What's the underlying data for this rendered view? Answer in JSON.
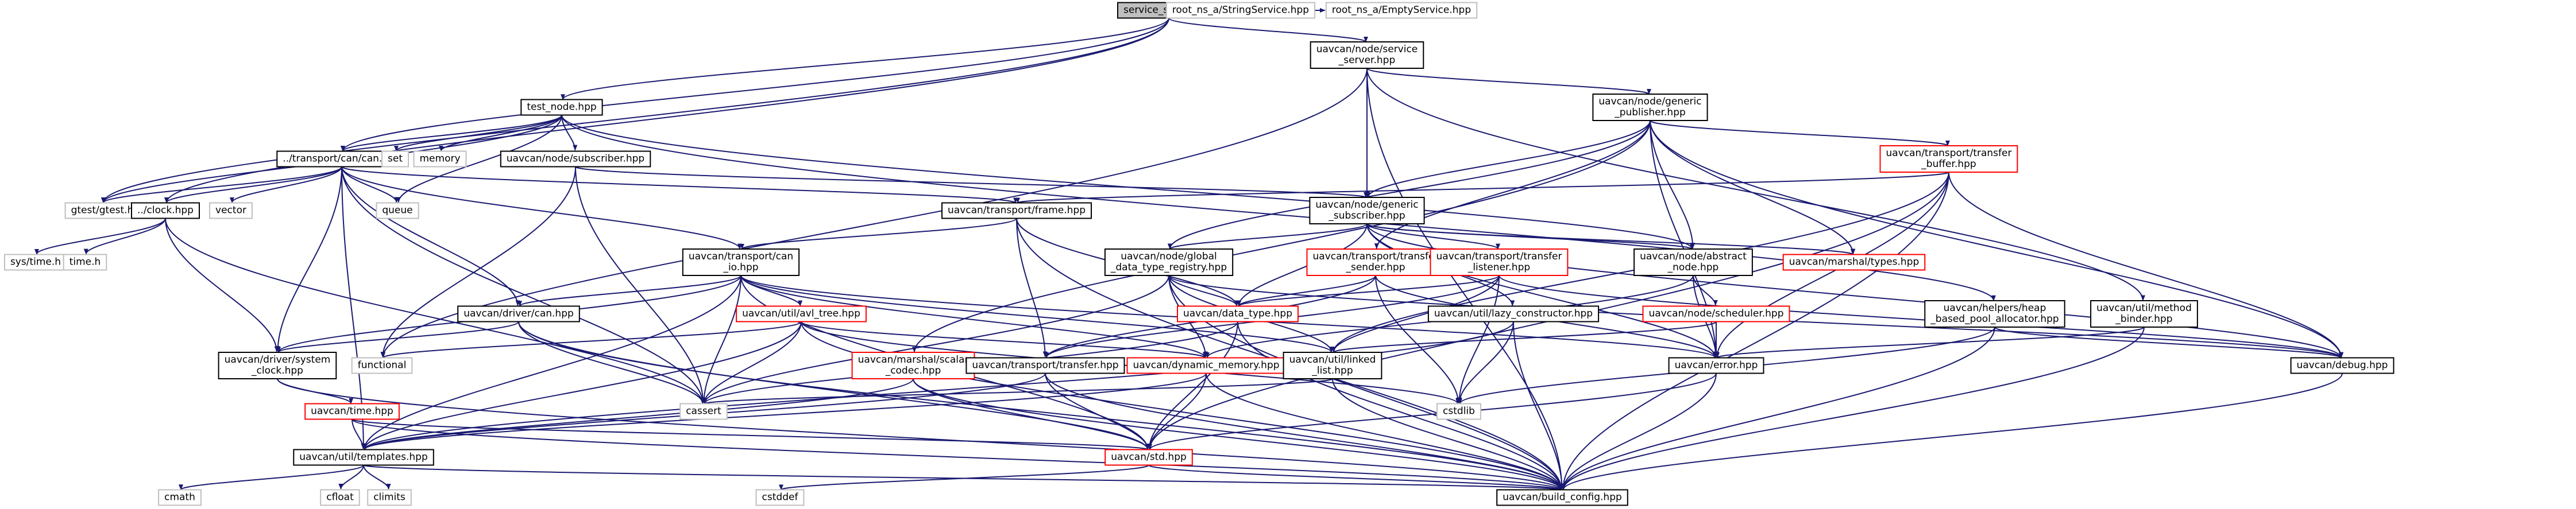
{
  "nodes": [
    {
      "id": "root",
      "lines": [
        "service_server.cpp"
      ],
      "style": "root"
    },
    {
      "id": "service_server",
      "lines": [
        "uavcan/node/service",
        "_server.hpp"
      ],
      "style": "black"
    },
    {
      "id": "string_service",
      "lines": [
        "root_ns_a/StringService.hpp"
      ],
      "style": "gray"
    },
    {
      "id": "empty_service",
      "lines": [
        "root_ns_a/EmptyService.hpp"
      ],
      "style": "gray"
    },
    {
      "id": "test_node",
      "lines": [
        "test_node.hpp"
      ],
      "style": "black"
    },
    {
      "id": "generic_publisher",
      "lines": [
        "uavcan/node/generic",
        "_publisher.hpp"
      ],
      "style": "black"
    },
    {
      "id": "transport_can",
      "lines": [
        "../transport/can/can.hpp"
      ],
      "style": "black"
    },
    {
      "id": "set",
      "lines": [
        "set"
      ],
      "style": "gray"
    },
    {
      "id": "memory",
      "lines": [
        "memory"
      ],
      "style": "gray"
    },
    {
      "id": "node_subscriber",
      "lines": [
        "uavcan/node/subscriber.hpp"
      ],
      "style": "black"
    },
    {
      "id": "transfer_buffer",
      "lines": [
        "uavcan/transport/transfer",
        "_buffer.hpp"
      ],
      "style": "red"
    },
    {
      "id": "gtest",
      "lines": [
        "gtest/gtest.h"
      ],
      "style": "gray"
    },
    {
      "id": "clock",
      "lines": [
        "../clock.hpp"
      ],
      "style": "black"
    },
    {
      "id": "vector",
      "lines": [
        "vector"
      ],
      "style": "gray"
    },
    {
      "id": "queue",
      "lines": [
        "queue"
      ],
      "style": "gray"
    },
    {
      "id": "frame",
      "lines": [
        "uavcan/transport/frame.hpp"
      ],
      "style": "black"
    },
    {
      "id": "generic_subscriber",
      "lines": [
        "uavcan/node/generic",
        "_subscriber.hpp"
      ],
      "style": "black"
    },
    {
      "id": "marshal_types",
      "lines": [
        "uavcan/marshal/types.hpp"
      ],
      "style": "red"
    },
    {
      "id": "sys_time",
      "lines": [
        "sys/time.h"
      ],
      "style": "gray"
    },
    {
      "id": "time_h",
      "lines": [
        "time.h"
      ],
      "style": "gray"
    },
    {
      "id": "can_io",
      "lines": [
        "uavcan/transport/can",
        "_io.hpp"
      ],
      "style": "black"
    },
    {
      "id": "data_type_registry",
      "lines": [
        "uavcan/node/global",
        "_data_type_registry.hpp"
      ],
      "style": "black"
    },
    {
      "id": "transfer_sender",
      "lines": [
        "uavcan/transport/transfer",
        "_sender.hpp"
      ],
      "style": "red"
    },
    {
      "id": "transfer_listener",
      "lines": [
        "uavcan/transport/transfer",
        "_listener.hpp"
      ],
      "style": "red"
    },
    {
      "id": "abstract_node",
      "lines": [
        "uavcan/node/abstract",
        "_node.hpp"
      ],
      "style": "black"
    },
    {
      "id": "driver_can",
      "lines": [
        "uavcan/driver/can.hpp"
      ],
      "style": "black"
    },
    {
      "id": "avl_tree",
      "lines": [
        "uavcan/util/avl_tree.hpp"
      ],
      "style": "red"
    },
    {
      "id": "data_type",
      "lines": [
        "uavcan/data_type.hpp"
      ],
      "style": "red"
    },
    {
      "id": "lazy_constructor",
      "lines": [
        "uavcan/util/lazy_constructor.hpp"
      ],
      "style": "black"
    },
    {
      "id": "scheduler",
      "lines": [
        "uavcan/node/scheduler.hpp"
      ],
      "style": "red"
    },
    {
      "id": "heap_allocator",
      "lines": [
        "uavcan/helpers/heap",
        "_based_pool_allocator.hpp"
      ],
      "style": "black"
    },
    {
      "id": "method_binder",
      "lines": [
        "uavcan/util/method",
        "_binder.hpp"
      ],
      "style": "black"
    },
    {
      "id": "functional",
      "lines": [
        "functional"
      ],
      "style": "gray"
    },
    {
      "id": "system_clock",
      "lines": [
        "uavcan/driver/system",
        "_clock.hpp"
      ],
      "style": "black"
    },
    {
      "id": "marshal_scalar",
      "lines": [
        "uavcan/marshal/scalar",
        "_codec.hpp"
      ],
      "style": "red"
    },
    {
      "id": "transport_transfer",
      "lines": [
        "uavcan/transport/transfer.hpp"
      ],
      "style": "black"
    },
    {
      "id": "dynamic_memory",
      "lines": [
        "uavcan/dynamic_memory.hpp"
      ],
      "style": "red"
    },
    {
      "id": "linked_list",
      "lines": [
        "uavcan/util/linked",
        "_list.hpp"
      ],
      "style": "black"
    },
    {
      "id": "error",
      "lines": [
        "uavcan/error.hpp"
      ],
      "style": "black"
    },
    {
      "id": "debug",
      "lines": [
        "uavcan/debug.hpp"
      ],
      "style": "black"
    },
    {
      "id": "cstdlib",
      "lines": [
        "cstdlib"
      ],
      "style": "gray"
    },
    {
      "id": "time_hpp",
      "lines": [
        "uavcan/time.hpp"
      ],
      "style": "red"
    },
    {
      "id": "cassert",
      "lines": [
        "cassert"
      ],
      "style": "gray"
    },
    {
      "id": "templates",
      "lines": [
        "uavcan/util/templates.hpp"
      ],
      "style": "black"
    },
    {
      "id": "std",
      "lines": [
        "uavcan/std.hpp"
      ],
      "style": "red"
    },
    {
      "id": "cmath",
      "lines": [
        "cmath"
      ],
      "style": "gray"
    },
    {
      "id": "cfloat",
      "lines": [
        "cfloat"
      ],
      "style": "gray"
    },
    {
      "id": "climits",
      "lines": [
        "climits"
      ],
      "style": "gray"
    },
    {
      "id": "cstddef",
      "lines": [
        "cstddef"
      ],
      "style": "gray"
    },
    {
      "id": "build_config",
      "lines": [
        "uavcan/build_config.hpp"
      ],
      "style": "black"
    }
  ],
  "edges": [
    [
      "root",
      "service_server"
    ],
    [
      "root",
      "string_service"
    ],
    [
      "root",
      "empty_service"
    ],
    [
      "root",
      "test_node"
    ],
    [
      "root",
      "transport_can"
    ],
    [
      "root",
      "clock"
    ],
    [
      "root",
      "gtest"
    ],
    [
      "service_server",
      "generic_publisher"
    ],
    [
      "service_server",
      "generic_subscriber"
    ],
    [
      "service_server",
      "functional"
    ],
    [
      "service_server",
      "method_binder"
    ],
    [
      "service_server",
      "build_config"
    ],
    [
      "test_node",
      "set"
    ],
    [
      "test_node",
      "memory"
    ],
    [
      "test_node",
      "queue"
    ],
    [
      "test_node",
      "node_subscriber"
    ],
    [
      "test_node",
      "transport_can"
    ],
    [
      "test_node",
      "gtest"
    ],
    [
      "test_node",
      "abstract_node"
    ],
    [
      "test_node",
      "heap_allocator"
    ],
    [
      "generic_publisher",
      "transfer_buffer"
    ],
    [
      "generic_publisher",
      "generic_subscriber"
    ],
    [
      "generic_publisher",
      "data_type_registry"
    ],
    [
      "generic_publisher",
      "transfer_sender"
    ],
    [
      "generic_publisher",
      "abstract_node"
    ],
    [
      "generic_publisher",
      "marshal_types"
    ],
    [
      "generic_publisher",
      "marshal_scalar"
    ],
    [
      "generic_publisher",
      "debug"
    ],
    [
      "generic_publisher",
      "error"
    ],
    [
      "transport_can",
      "vector"
    ],
    [
      "transport_can",
      "queue"
    ],
    [
      "transport_can",
      "clock"
    ],
    [
      "transport_can",
      "gtest"
    ],
    [
      "transport_can",
      "frame"
    ],
    [
      "transport_can",
      "can_io"
    ],
    [
      "transport_can",
      "driver_can"
    ],
    [
      "transport_can",
      "system_clock"
    ],
    [
      "transport_can",
      "cassert"
    ],
    [
      "transport_can",
      "templates"
    ],
    [
      "node_subscriber",
      "generic_subscriber"
    ],
    [
      "node_subscriber",
      "functional"
    ],
    [
      "node_subscriber",
      "cassert"
    ],
    [
      "transfer_buffer",
      "frame"
    ],
    [
      "transfer_buffer",
      "linked_list"
    ],
    [
      "transfer_buffer",
      "error"
    ],
    [
      "transfer_buffer",
      "debug"
    ],
    [
      "transfer_buffer",
      "std"
    ],
    [
      "transfer_buffer",
      "build_config"
    ],
    [
      "clock",
      "sys_time"
    ],
    [
      "clock",
      "time_h"
    ],
    [
      "clock",
      "system_clock"
    ],
    [
      "clock",
      "cassert"
    ],
    [
      "frame",
      "can_io"
    ],
    [
      "frame",
      "data_type"
    ],
    [
      "frame",
      "transport_transfer"
    ],
    [
      "frame",
      "build_config"
    ],
    [
      "generic_subscriber",
      "abstract_node"
    ],
    [
      "generic_subscriber",
      "data_type_registry"
    ],
    [
      "generic_subscriber",
      "transfer_listener"
    ],
    [
      "generic_subscriber",
      "lazy_constructor"
    ],
    [
      "generic_subscriber",
      "data_type"
    ],
    [
      "generic_subscriber",
      "marshal_types"
    ],
    [
      "generic_subscriber",
      "debug"
    ],
    [
      "generic_subscriber",
      "error"
    ],
    [
      "can_io",
      "driver_can"
    ],
    [
      "can_io",
      "avl_tree"
    ],
    [
      "can_io",
      "dynamic_memory"
    ],
    [
      "can_io",
      "linked_list"
    ],
    [
      "can_io",
      "system_clock"
    ],
    [
      "can_io",
      "templates"
    ],
    [
      "can_io",
      "cassert"
    ],
    [
      "can_io",
      "error"
    ],
    [
      "can_io",
      "std"
    ],
    [
      "data_type_registry",
      "data_type"
    ],
    [
      "data_type_registry",
      "dynamic_memory"
    ],
    [
      "data_type_registry",
      "linked_list"
    ],
    [
      "data_type_registry",
      "debug"
    ],
    [
      "data_type_registry",
      "cassert"
    ],
    [
      "data_type_registry",
      "build_config"
    ],
    [
      "transfer_sender",
      "data_type"
    ],
    [
      "transfer_sender",
      "transport_transfer"
    ],
    [
      "transfer_sender",
      "error"
    ],
    [
      "transfer_sender",
      "cstdlib"
    ],
    [
      "transfer_listener",
      "data_type"
    ],
    [
      "transfer_listener",
      "linked_list"
    ],
    [
      "transfer_listener",
      "transport_transfer"
    ],
    [
      "transfer_listener",
      "debug"
    ],
    [
      "transfer_listener",
      "cstdlib"
    ],
    [
      "abstract_node",
      "scheduler"
    ],
    [
      "abstract_node",
      "dynamic_memory"
    ],
    [
      "abstract_node",
      "error"
    ],
    [
      "driver_can",
      "system_clock"
    ],
    [
      "driver_can",
      "cassert"
    ],
    [
      "driver_can",
      "std"
    ],
    [
      "driver_can",
      "build_config"
    ],
    [
      "avl_tree",
      "functional"
    ],
    [
      "avl_tree",
      "cassert"
    ],
    [
      "avl_tree",
      "cstdlib"
    ],
    [
      "avl_tree",
      "dynamic_memory"
    ],
    [
      "avl_tree",
      "templates"
    ],
    [
      "avl_tree",
      "build_config"
    ],
    [
      "data_type",
      "cassert"
    ],
    [
      "data_type",
      "std"
    ],
    [
      "data_type",
      "build_config"
    ],
    [
      "lazy_constructor",
      "cstdlib"
    ],
    [
      "lazy_constructor",
      "templates"
    ],
    [
      "lazy_constructor",
      "build_config"
    ],
    [
      "scheduler",
      "error"
    ],
    [
      "scheduler",
      "linked_list"
    ],
    [
      "heap_allocator",
      "cstdlib"
    ],
    [
      "heap_allocator",
      "debug"
    ],
    [
      "heap_allocator",
      "build_config"
    ],
    [
      "method_binder",
      "error"
    ],
    [
      "method_binder",
      "build_config"
    ],
    [
      "system_clock",
      "time_hpp"
    ],
    [
      "system_clock",
      "build_config"
    ],
    [
      "marshal_scalar",
      "templates"
    ],
    [
      "marshal_scalar",
      "std"
    ],
    [
      "marshal_scalar",
      "build_config"
    ],
    [
      "transport_transfer",
      "std"
    ],
    [
      "transport_transfer",
      "templates"
    ],
    [
      "transport_transfer",
      "build_config"
    ],
    [
      "dynamic_memory",
      "std"
    ],
    [
      "dynamic_memory",
      "templates"
    ],
    [
      "dynamic_memory",
      "build_config"
    ],
    [
      "linked_list",
      "cassert"
    ],
    [
      "linked_list",
      "build_config"
    ],
    [
      "error",
      "std"
    ],
    [
      "error",
      "build_config"
    ],
    [
      "debug",
      "build_config"
    ],
    [
      "time_hpp",
      "std"
    ],
    [
      "time_hpp",
      "templates"
    ],
    [
      "time_hpp",
      "build_config"
    ],
    [
      "templates",
      "cmath"
    ],
    [
      "templates",
      "cfloat"
    ],
    [
      "templates",
      "climits"
    ],
    [
      "templates",
      "build_config"
    ],
    [
      "std",
      "cstddef"
    ],
    [
      "std",
      "build_config"
    ]
  ]
}
